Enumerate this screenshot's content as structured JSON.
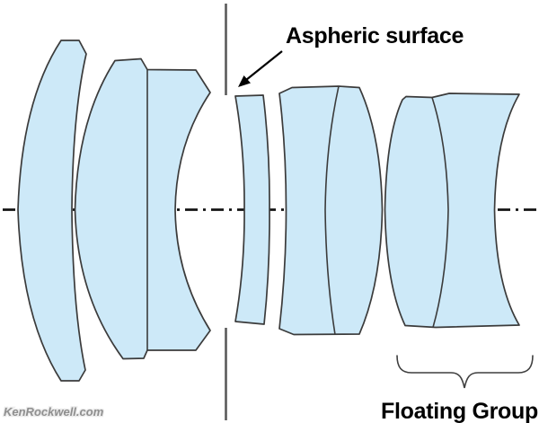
{
  "labels": {
    "aspheric": "Aspheric surface",
    "floating_group": "Floating Group",
    "watermark": "KenRockwell.com"
  },
  "colors": {
    "background": "#ffffff",
    "lens_fill": "#cde9f8",
    "lens_stroke": "#3b3b3b",
    "axis_color": "#141414",
    "stop_color": "#5a5a5a",
    "text_color": "#000000",
    "brace_color": "#3f3f3f",
    "watermark_color": "#8f8f8f",
    "watermark_outline": "#ebebeb"
  },
  "diagram": {
    "type": "lens-cross-section",
    "groups": [
      {
        "name": "front-group",
        "element_count": 3
      },
      {
        "name": "aperture-stop",
        "element_count": 0
      },
      {
        "name": "aspheric-element",
        "element_count": 1
      },
      {
        "name": "middle-doublet",
        "element_count": 2
      },
      {
        "name": "floating-group-doublet",
        "element_count": 2
      }
    ]
  }
}
